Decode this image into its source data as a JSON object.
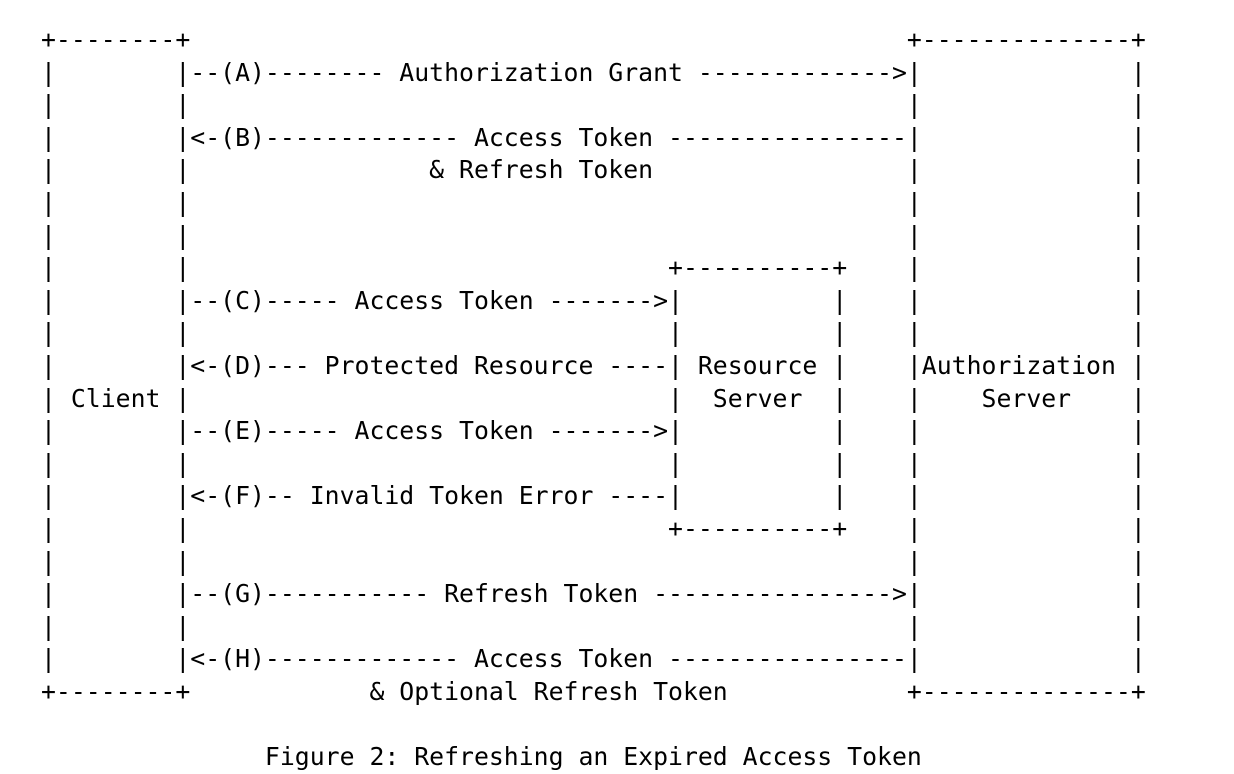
{
  "figure": {
    "number": "2",
    "caption": "Figure 2: Refreshing an Expired Access Token",
    "caption_text": "Refreshing an Expired Access Token",
    "kind": "ascii-sequence-diagram",
    "colors": {
      "ink": "#000000",
      "paper": "#ffffff"
    }
  },
  "participants": [
    {
      "id": "client",
      "label": "Client",
      "label_lines": [
        "Client"
      ],
      "box_width_dashes": 8
    },
    {
      "id": "resource-server",
      "label": "Resource Server",
      "label_lines": [
        "Resource",
        "Server"
      ],
      "box_width_dashes": 10
    },
    {
      "id": "authorization-server",
      "label": "Authorization Server",
      "label_lines": [
        "Authorization",
        "Server"
      ],
      "box_width_dashes": 14
    }
  ],
  "messages": [
    {
      "tag": "A",
      "label": "Authorization Grant",
      "from": "client",
      "to": "authorization-server",
      "direction": "right"
    },
    {
      "tag": "B",
      "label": "Access Token",
      "sublabel": "& Refresh Token",
      "from": "authorization-server",
      "to": "client",
      "direction": "left"
    },
    {
      "tag": "C",
      "label": "Access Token",
      "from": "client",
      "to": "resource-server",
      "direction": "right"
    },
    {
      "tag": "D",
      "label": "Protected Resource",
      "from": "resource-server",
      "to": "client",
      "direction": "left"
    },
    {
      "tag": "E",
      "label": "Access Token",
      "from": "client",
      "to": "resource-server",
      "direction": "right"
    },
    {
      "tag": "F",
      "label": "Invalid Token Error",
      "from": "resource-server",
      "to": "client",
      "direction": "left"
    },
    {
      "tag": "G",
      "label": "Refresh Token",
      "from": "client",
      "to": "authorization-server",
      "direction": "right"
    },
    {
      "tag": "H",
      "label": "Access Token",
      "sublabel": "& Optional Refresh Token",
      "from": "authorization-server",
      "to": "client",
      "direction": "left"
    }
  ],
  "diagram": {
    "art": "+--------+                                           +---------------+\n|        |--(A)------- Authorization Grant --------->|               |\n|        |                                           |               |\n|        |<-(B)----------- Access Token -------------|               |\n|        |               & Refresh Token             |               |\n|        |                                           |               |\n|        |                                           |               |\n|        |                 +----------+             |               |\n|        |--(C)---- Access Token ---->|          |   |               |\n|        |                 |          |           |  |               |\n|        |<-(D)- Protected Resource --| Resource  |  | Authorization |\n| Client |                 |  Server  |              |     Server    |\n|        |--(E)---- Access Token ---->|          |   |               |\n|        |                 |          |           |  |               |\n|        |<-(F)- Invalid Token Error -|          |   |               |\n|        |                 +----------+             |               |\n|        |                                           |               |\n|        |--(G)----------- Refresh Token ----------->|               |\n|        |                                           |               |\n|        |<-(H)----------- Access Token -------------|               |\n+--------+         & Optional Refresh Token          +---------------+",
    "lines": [
      "+--------+                                 +--------------+",
      "|        |--(A)------- Authorization Grant --------->|",
      "|        |",
      "|        |<-(B)----------- Access Token -------------|",
      "|        |          & Refresh Token",
      "|        |",
      "|        |",
      "|        |          +----------+",
      "|        |--(C)---- Access Token ---->|",
      "|        |",
      "|        |<-(D)- Protected Resource --| Resource  |  | Authorization |",
      "| Client |                             |  Server  |  |    Server     |",
      "|        |--(E)---- Access Token ---->|",
      "|        |",
      "|        |<-(F)- Invalid Token Error -|",
      "|        |          +----------+",
      "|        |",
      "|        |--(G)----------- Refresh Token ----------->|",
      "|        |",
      "|        |<-(H)----------- Access Token -------------|",
      "+--------+      & Optional Refresh Token       +--------------+"
    ]
  }
}
